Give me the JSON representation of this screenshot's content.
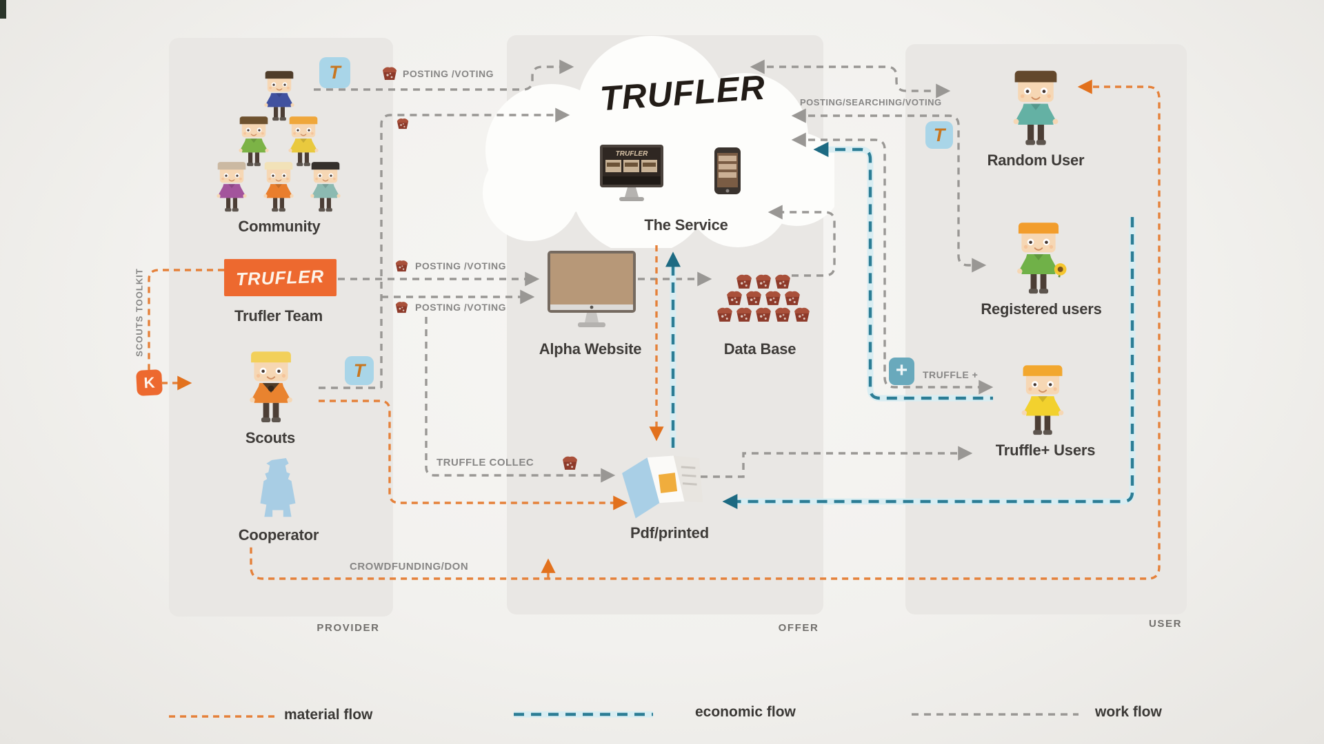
{
  "palette": {
    "background": "#f2f1ee",
    "panel": "#e9e7e4",
    "material": "#e5813a",
    "material_arrow": "#e2711d",
    "economic": "#2c7d95",
    "economic_halo": "#d8edf2",
    "work": "#999794",
    "brand_orange": "#ed692f",
    "icon_blue": "#a9d5e8",
    "icon_teal": "#69a9bc",
    "truffle_brown": "#8d3a2a",
    "heading": "#3e3b38",
    "annotation": "#878685"
  },
  "logo": {
    "cloud": "TRUFLER",
    "team_box": "TRUFLER",
    "service_screen": "TRUFLER"
  },
  "nodes": {
    "community": "Community",
    "trufler_team": "Trufler Team",
    "scouts": "Scouts",
    "cooperator": "Cooperator",
    "the_service": "The Service",
    "alpha_website": "Alpha Website",
    "data_base": "Data Base",
    "pdf_printed": "Pdf/printed",
    "random_user": "Random User",
    "registered_users": "Registered users",
    "truffle_plus_users": "Truffle+ Users"
  },
  "annotations": {
    "posting_voting_top": "POSTING /VOTING",
    "posting_voting_mid1": "POSTING /VOTING",
    "posting_voting_mid2": "POSTING /VOTING",
    "posting_searching_voting": "POSTING/SEARCHING/VOTING",
    "truffle_plus": "TRUFFLE +",
    "truffle_collect": "TRUFFLE COLLEC",
    "crowdfunding": "CROWDFUNDING/DON",
    "scouts_toolkit": "SCOUTS TOOLKIT"
  },
  "icons": {
    "t_badge": "T",
    "k_badge": "K",
    "plus_badge": "+"
  },
  "columns": {
    "provider": "PROVIDER",
    "offer": "OFFER",
    "user": "USER"
  },
  "legend": [
    {
      "label": "material flow",
      "type": "material"
    },
    {
      "label": "economic flow",
      "type": "economic"
    },
    {
      "label": "work flow",
      "type": "work"
    }
  ]
}
